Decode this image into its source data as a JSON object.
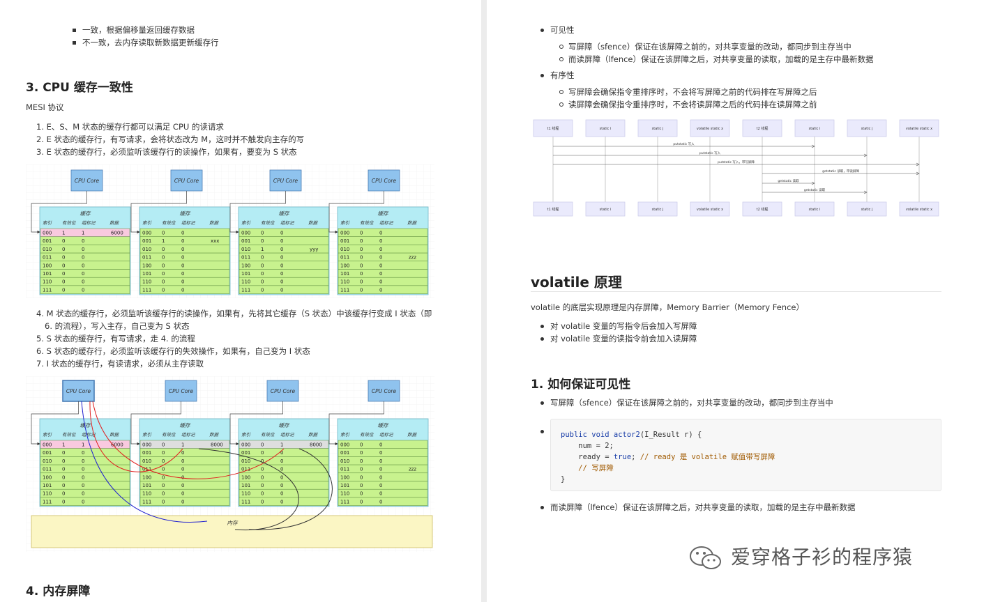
{
  "left": {
    "top_items": [
      "一致，根据偏移量返回缓存数据",
      "不一致，去内存读取新数据更新缓存行"
    ],
    "heading_cpu": "3. CPU 缓存一致性",
    "mesi": "MESI 协议",
    "list_a": [
      "1. E、S、M 状态的缓存行都可以满足 CPU 的读请求",
      "2. E 状态的缓存行，有写请求，会将状态改为 M，这时并不触发向主存的写",
      "3. E 状态的缓存行，必须监听该缓存行的读操作，如果有，要变为 S 状态"
    ],
    "list_b": [
      "4. M 状态的缓存行，必须监听该缓存行的读操作，如果有，先将其它缓存（S 状态）中该缓存行变成 I 状态（即",
      "6. 的流程），写入主存，自己变为 S 状态",
      "5. S 状态的缓存行，有写请求，走 4. 的流程",
      "6. S 状态的缓存行，必须监听该缓存行的失效操作，如果有，自己变为 I 状态",
      "7. I 状态的缓存行，有读请求，必须从主存读取"
    ],
    "heading_barrier": "4. 内存屏障",
    "diagram": {
      "cpu_label": "CPU Core",
      "cache_title": "缓存",
      "headers": [
        "索引",
        "有效位",
        "组标记",
        "数据"
      ],
      "indexes": [
        "000",
        "001",
        "010",
        "011",
        "100",
        "101",
        "110",
        "111"
      ],
      "memory_label": "内存",
      "d1": [
        [
          [
            "000",
            "1",
            "1",
            "6000"
          ],
          [
            "001",
            "0",
            "0",
            ""
          ],
          [
            "010",
            "0",
            "0",
            ""
          ],
          [
            "011",
            "0",
            "0",
            ""
          ],
          [
            "100",
            "0",
            "0",
            ""
          ],
          [
            "101",
            "0",
            "0",
            ""
          ],
          [
            "110",
            "0",
            "0",
            ""
          ],
          [
            "111",
            "0",
            "0",
            ""
          ]
        ],
        [
          [
            "000",
            "0",
            "0",
            ""
          ],
          [
            "001",
            "1",
            "0",
            "xxx"
          ],
          [
            "010",
            "0",
            "0",
            ""
          ],
          [
            "011",
            "0",
            "0",
            ""
          ],
          [
            "100",
            "0",
            "0",
            ""
          ],
          [
            "101",
            "0",
            "0",
            ""
          ],
          [
            "110",
            "0",
            "0",
            ""
          ],
          [
            "111",
            "0",
            "0",
            ""
          ]
        ],
        [
          [
            "000",
            "0",
            "0",
            ""
          ],
          [
            "001",
            "0",
            "0",
            ""
          ],
          [
            "010",
            "1",
            "0",
            "yyy"
          ],
          [
            "011",
            "0",
            "0",
            ""
          ],
          [
            "100",
            "0",
            "0",
            ""
          ],
          [
            "101",
            "0",
            "0",
            ""
          ],
          [
            "110",
            "0",
            "0",
            ""
          ],
          [
            "111",
            "0",
            "0",
            ""
          ]
        ],
        [
          [
            "000",
            "0",
            "0",
            ""
          ],
          [
            "001",
            "0",
            "0",
            ""
          ],
          [
            "010",
            "0",
            "0",
            ""
          ],
          [
            "011",
            "0",
            "0",
            "zzz"
          ],
          [
            "100",
            "0",
            "0",
            ""
          ],
          [
            "101",
            "0",
            "0",
            ""
          ],
          [
            "110",
            "0",
            "0",
            ""
          ],
          [
            "111",
            "0",
            "0",
            ""
          ]
        ]
      ],
      "d2": [
        [
          [
            "000",
            "1",
            "1",
            "6000"
          ],
          [
            "001",
            "0",
            "0",
            ""
          ],
          [
            "010",
            "0",
            "0",
            ""
          ],
          [
            "011",
            "0",
            "0",
            ""
          ],
          [
            "100",
            "0",
            "0",
            ""
          ],
          [
            "101",
            "0",
            "0",
            ""
          ],
          [
            "110",
            "0",
            "0",
            ""
          ],
          [
            "111",
            "0",
            "0",
            ""
          ]
        ],
        [
          [
            "000",
            "0",
            "1",
            "8000"
          ],
          [
            "001",
            "0",
            "0",
            ""
          ],
          [
            "010",
            "0",
            "0",
            ""
          ],
          [
            "011",
            "0",
            "0",
            ""
          ],
          [
            "100",
            "0",
            "0",
            ""
          ],
          [
            "101",
            "0",
            "0",
            ""
          ],
          [
            "110",
            "0",
            "0",
            ""
          ],
          [
            "111",
            "0",
            "0",
            ""
          ]
        ],
        [
          [
            "000",
            "0",
            "1",
            "8000"
          ],
          [
            "001",
            "0",
            "0",
            ""
          ],
          [
            "010",
            "0",
            "0",
            ""
          ],
          [
            "011",
            "0",
            "0",
            ""
          ],
          [
            "100",
            "0",
            "0",
            ""
          ],
          [
            "101",
            "0",
            "0",
            ""
          ],
          [
            "110",
            "0",
            "0",
            ""
          ],
          [
            "111",
            "0",
            "0",
            ""
          ]
        ],
        [
          [
            "000",
            "0",
            "0",
            ""
          ],
          [
            "001",
            "0",
            "0",
            ""
          ],
          [
            "010",
            "0",
            "0",
            ""
          ],
          [
            "011",
            "0",
            "0",
            "zzz"
          ],
          [
            "100",
            "0",
            "0",
            ""
          ],
          [
            "101",
            "0",
            "0",
            ""
          ],
          [
            "110",
            "0",
            "0",
            ""
          ],
          [
            "111",
            "0",
            "0",
            ""
          ]
        ]
      ]
    }
  },
  "right": {
    "visibility": "可见性",
    "vis_items": [
      "写屏障（sfence）保证在该屏障之前的，对共享变量的改动，都同步到主存当中",
      "而读屏障（lfence）保证在该屏障之后，对共享变量的读取，加载的是主存中最新数据"
    ],
    "ordering": "有序性",
    "ord_items": [
      "写屏障会确保指令重排序时，不会将写屏障之前的代码排在写屏障之后",
      "读屏障会确保指令重排序时，不会将读屏障之后的代码排在读屏障之前"
    ],
    "seq": {
      "participants": [
        "t1 线程",
        "static i",
        "static j",
        "volatile static x",
        "t2 线程",
        "static i",
        "static j",
        "volatile static x"
      ],
      "messages": [
        "putstatic 写入",
        "putstatic 写入",
        "putstatic 写入，带写屏障",
        "getstatic 读取，带读屏障",
        "getstatic 读取",
        "getstatic 读取"
      ]
    },
    "heading_volatile": "volatile 原理",
    "volatile_desc": "volatile 的底层实现原理是内存屏障，Memory Barrier（Memory Fence）",
    "volatile_items": [
      "对 volatile 变量的写指令后会加入写屏障",
      "对 volatile 变量的读指令前会加入读屏障"
    ],
    "heading_visibility": "1. 如何保证可见性",
    "write_barrier_item": "写屏障（sfence）保证在该屏障之前的，对共享变量的改动，都同步到主存当中",
    "code": {
      "l1_kw": "public void",
      "l1_fn": "actor2",
      "l1_rest": "(I_Result r) {",
      "l2": "    num = 2;",
      "l3_a": "    ready = ",
      "l3_kw": "true",
      "l3_b": "; ",
      "l3_cm": "// ready 是 volatile 赋值带写屏障",
      "l4_cm": "    // 写屏障",
      "l5": "}"
    },
    "read_barrier_item": "而读屏障（lfence）保证在该屏障之后，对共享变量的读取，加载的是主存中最新数据",
    "watermark": "爱穿格子衫的程序猿"
  }
}
